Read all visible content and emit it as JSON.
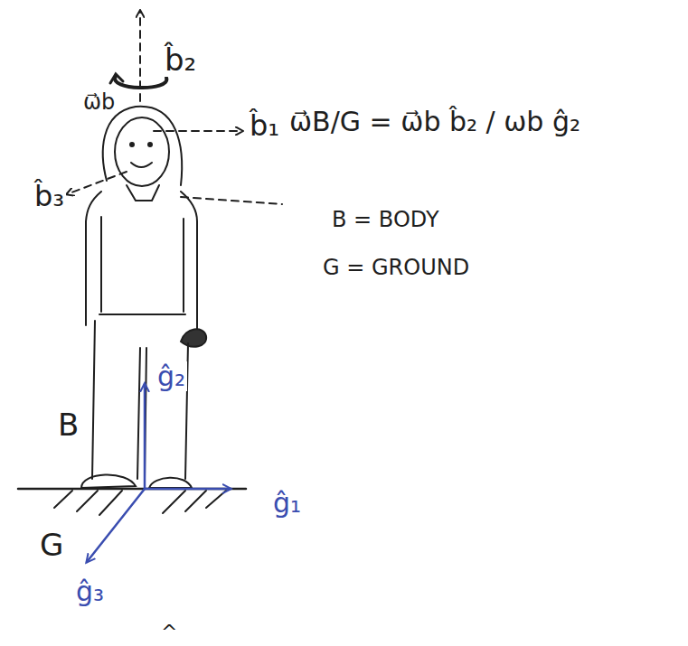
{
  "diagram": {
    "labels": [
      "b̂₂",
      "ω⃗b",
      "b̂₁",
      "b̂₃",
      "ω⃗B/G = ω⃗b b̂₂ / ωb ĝ₂",
      "B = BODY",
      "G = GROUND",
      "ĝ₂",
      "B",
      "ĝ₁",
      "G",
      "ĝ₃",
      "^"
    ]
  }
}
